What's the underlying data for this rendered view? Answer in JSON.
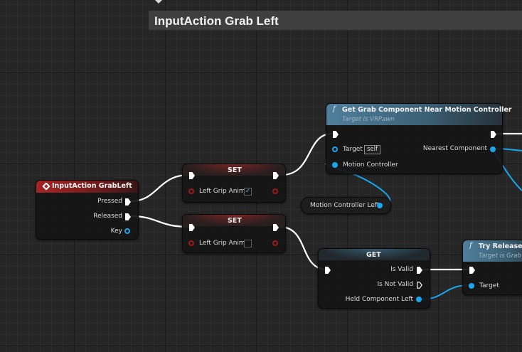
{
  "comment": {
    "title": "InputAction Grab Left"
  },
  "colors": {
    "exec": "#ffffff",
    "object_pin": "#1aa6ef",
    "bool_pin": "#a01919",
    "event_header": "#a52424",
    "function_header": "#4f7f9c"
  },
  "event_node": {
    "title": "InputAction GrabLeft",
    "icon": "event-diamond-icon",
    "pins": {
      "pressed": "Pressed",
      "released": "Released",
      "key": "Key"
    }
  },
  "set_node_1": {
    "title": "SET",
    "var_label": "Left Grip Anim",
    "checked_mark": "✓"
  },
  "set_node_2": {
    "title": "SET",
    "var_label": "Left Grip Anim",
    "checked_mark": ""
  },
  "func_node": {
    "symbol": "f",
    "title": "Get Grab Component Near Motion Controller",
    "subtitle": "Target is VRPawn",
    "target_label": "Target",
    "target_value": "self",
    "motion_label": "Motion Controller",
    "output_label": "Nearest Component"
  },
  "var_node": {
    "label": "Motion Controller Left"
  },
  "get_node": {
    "title": "GET",
    "is_valid": "Is Valid",
    "is_not_valid": "Is Not Valid",
    "held": "Held Component Left"
  },
  "release_node": {
    "symbol": "f",
    "title": "Try Release",
    "subtitle": "Target is Grab C",
    "target_label": "Target"
  }
}
